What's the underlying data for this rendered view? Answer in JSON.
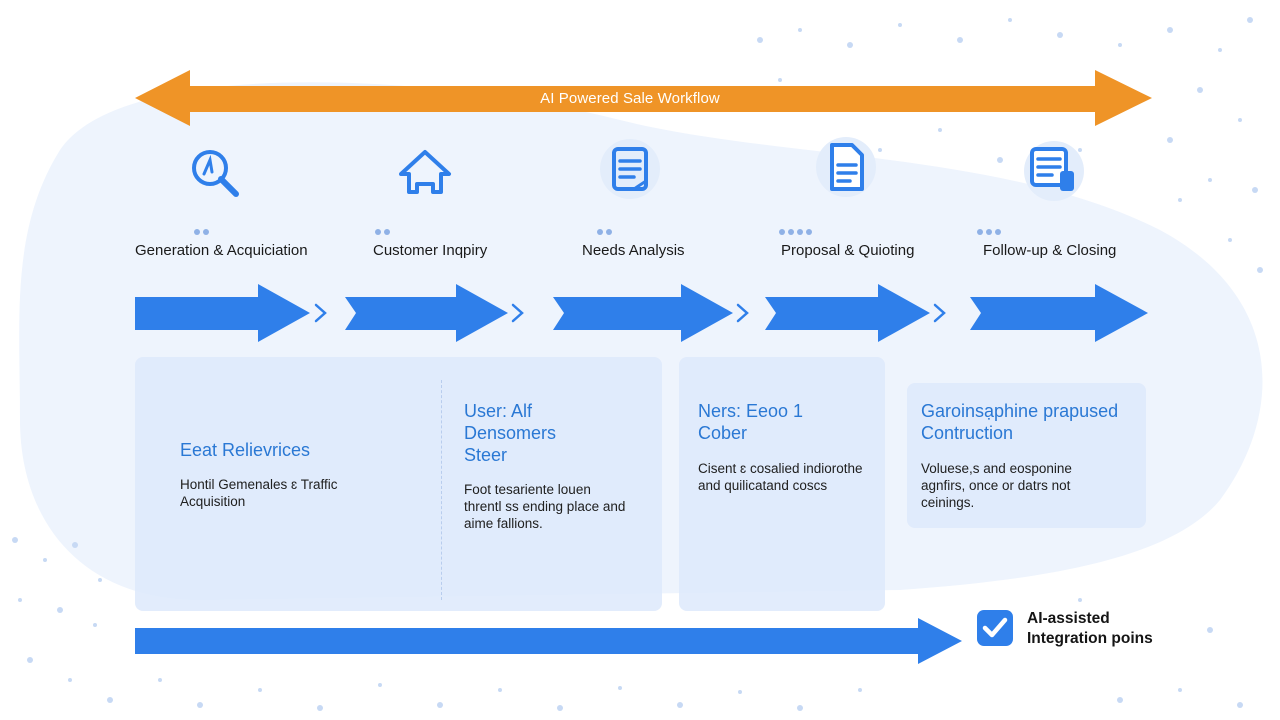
{
  "banner": {
    "label": "AI Powered Sale Workflow"
  },
  "colors": {
    "orange": "#ef9427",
    "blue": "#2f7fea",
    "panel": "#dde9fb",
    "heading_blue": "#2a78d4"
  },
  "stages": [
    {
      "title": "Generation & Acquiciation",
      "icon": "magnifier-icon"
    },
    {
      "title": "Customer Inqpiry",
      "icon": "house-icon"
    },
    {
      "title": "Needs Analysis",
      "icon": "document-icon"
    },
    {
      "title": "Proposal & Quioting",
      "icon": "quote-document-icon"
    },
    {
      "title": "Follow-up & Closing",
      "icon": "checklist-document-icon"
    }
  ],
  "panels": [
    {
      "heading": "Eeat Relievrices",
      "body": "Hontil Gemenales ɛ Traffic\nAcquisition"
    },
    {
      "heading": "User: Alf\nDensomers\nSteer",
      "body": "Foot tesariente louen\nthrentl ss ending place and\naime fallions."
    },
    {
      "heading": "Ners: Eeoo 1\nCober",
      "body": "Cisent ɛ cosalied indiorothe\nand quilicatand coscs"
    },
    {
      "heading": "Garoinsạphine prapused\nContruction",
      "body": "Voluese,s and eosponine\nagnfirs, once or datrs not\nceinings."
    }
  ],
  "legend": {
    "label": "AI-assisted\nIntegration poins",
    "icon": "checkbox-checked-icon"
  }
}
